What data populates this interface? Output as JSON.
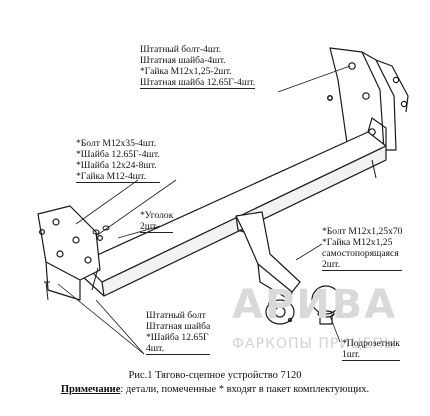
{
  "watermark": {
    "brand": "АРИВА",
    "subtitle": "ФАРКОПЫ ПРИЦЕПЫ"
  },
  "callouts": {
    "top_right": [
      "Штатный болт-4шт.",
      "Штатная шайба-4шт.",
      "*Гайка М12х1,25-2шт.",
      "Штатная шайба 12.65Г-4шт."
    ],
    "left": [
      "*Болт М12х35-4шт.",
      "*Шайба 12.65Г-4шт.",
      "*Шайба 12х24-8шт.",
      "*Гайка М12-4шт."
    ],
    "bracket": [
      "*Уголок",
      "2шт."
    ],
    "right": [
      "*Болт М12х1,25х70",
      "*Гайка М12х1,25",
      "самостопорящаяся",
      "2шт."
    ],
    "bottom": [
      "Штатный болт",
      "Штатная шайба",
      "*Шайба 12.65Г",
      "4шт."
    ],
    "ball": [
      "*Подрозетник",
      "1шт."
    ]
  },
  "caption": "Рис.1 Тягово-сцепное устройство 7120",
  "note": {
    "label": "Примечание",
    "text": ": детали, помеченные * входят в пакет комплектующих."
  }
}
